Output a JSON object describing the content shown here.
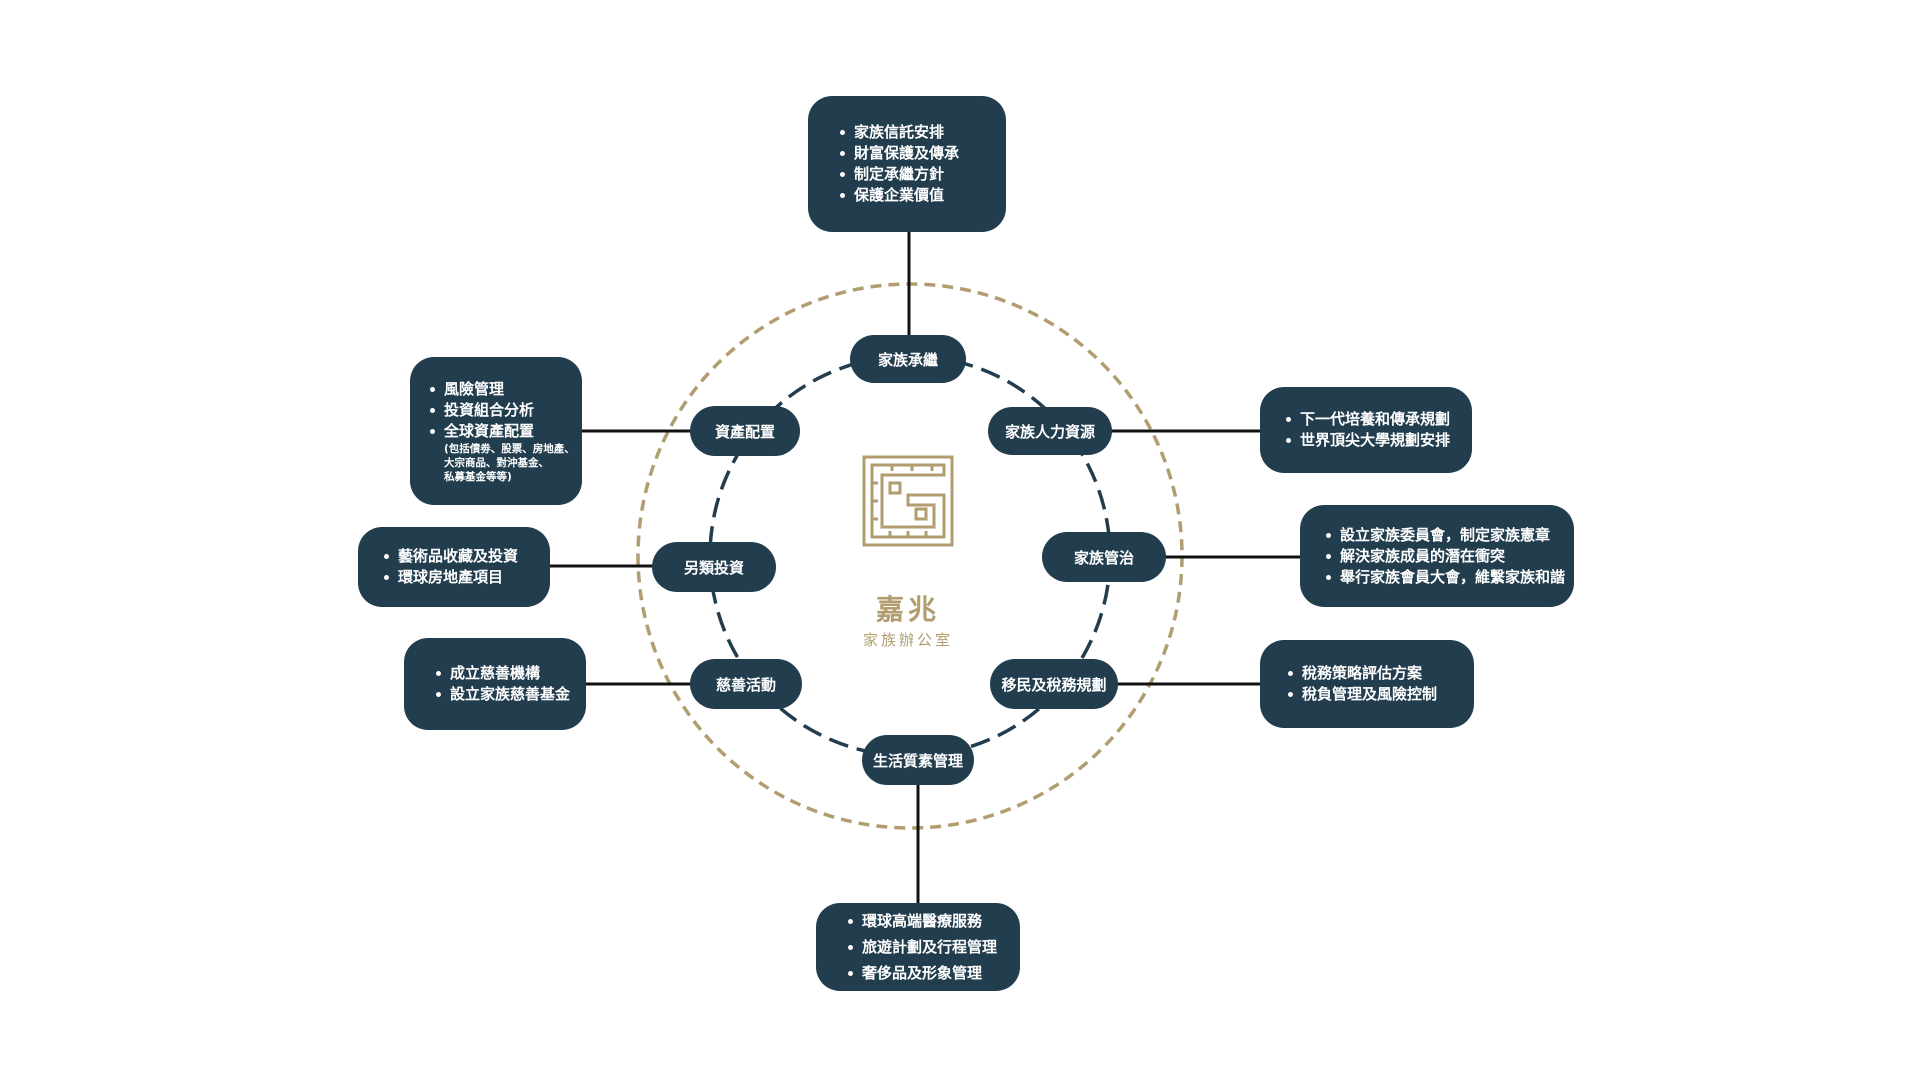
{
  "colors": {
    "node_fill": "#223d4e",
    "node_text": "#ffffff",
    "gold": "#b19d70",
    "connector": "#111111"
  },
  "center": {
    "logo_icon": "meander-g-logo-icon",
    "name": "嘉兆",
    "subtitle": "家族辦公室"
  },
  "nodes": {
    "succession": "家族承繼",
    "human_resources": "家族人力資源",
    "governance": "家族管治",
    "immigration_tax": "移民及稅務規劃",
    "lifestyle": "生活質素管理",
    "philanthropy": "慈善活動",
    "alternative_investment": "另類投資",
    "asset_allocation": "資產配置"
  },
  "details": {
    "succession": {
      "items": [
        "家族信託安排",
        "財富保護及傳承",
        "制定承繼方針",
        "保護企業價值"
      ]
    },
    "human_resources": {
      "items": [
        "下一代培養和傳承規劃",
        "世界頂尖大學規劃安排"
      ]
    },
    "governance": {
      "items": [
        "設立家族委員會，制定家族憲章",
        "解決家族成員的潛在衝突",
        "舉行家族會員大會，維繫家族和諧"
      ]
    },
    "immigration_tax": {
      "items": [
        "稅務策略評估方案",
        "稅負管理及風險控制"
      ]
    },
    "lifestyle": {
      "items": [
        "環球高端醫療服務",
        "旅遊計劃及行程管理",
        "奢侈品及形象管理"
      ]
    },
    "philanthropy": {
      "items": [
        "成立慈善機構",
        "設立家族慈善基金"
      ]
    },
    "alternative_investment": {
      "items": [
        "藝術品收藏及投資",
        "環球房地產項目"
      ]
    },
    "asset_allocation": {
      "items": [
        "風險管理",
        "投資組合分析",
        "全球資產配置"
      ],
      "note_lines": [
        "(包括債劵、股票、房地產、",
        "大宗商品、對沖基金、",
        "私募基金等等)"
      ]
    }
  }
}
